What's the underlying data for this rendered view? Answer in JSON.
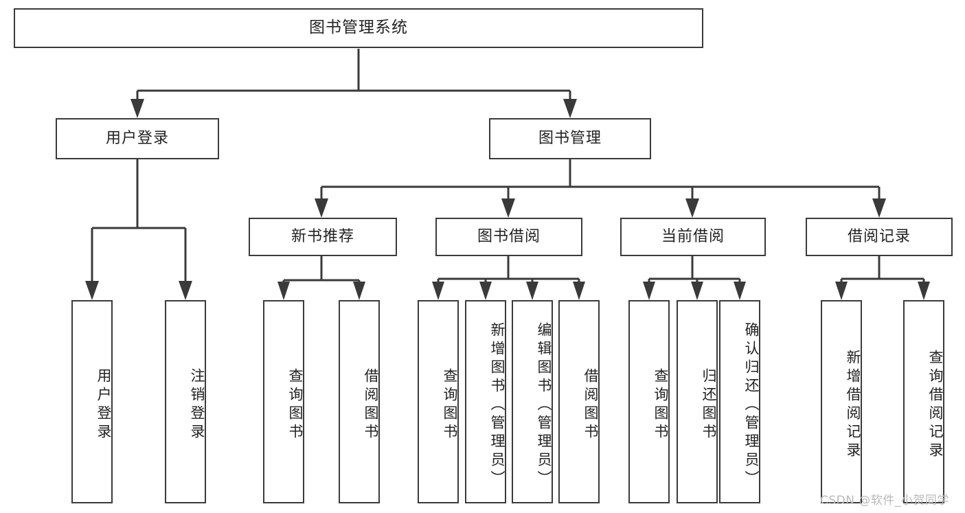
{
  "diagram": {
    "title_node": {
      "label": "图书管理系统"
    },
    "level1": [
      {
        "label": "用户登录"
      },
      {
        "label": "图书管理"
      }
    ],
    "level2": [
      {
        "label": "新书推荐"
      },
      {
        "label": "图书借阅"
      },
      {
        "label": "当前借阅"
      },
      {
        "label": "借阅记录"
      }
    ],
    "leaves": {
      "user_login": [
        {
          "label": "用户登录"
        },
        {
          "label": "注销登录"
        }
      ],
      "new_book_recommend": [
        {
          "label": "查询图书"
        },
        {
          "label": "借阅图书"
        }
      ],
      "book_borrow": [
        {
          "label": "查询图书"
        },
        {
          "label": "新增图书（管理员）"
        },
        {
          "label": "编辑图书（管理员）"
        },
        {
          "label": "借阅图书"
        }
      ],
      "current_borrow": [
        {
          "label": "查询图书"
        },
        {
          "label": "归还图书"
        },
        {
          "label": "确认归还（管理员）"
        }
      ],
      "borrow_record": [
        {
          "label": "新增借阅记录"
        },
        {
          "label": "查询借阅记录"
        }
      ]
    }
  },
  "watermark": {
    "text": "CSDN @软件_小贺同学"
  },
  "colors": {
    "stroke": "#3a3a3a",
    "fill": "#ffffff",
    "text": "#222222",
    "watermark": "#b9b9b9"
  }
}
